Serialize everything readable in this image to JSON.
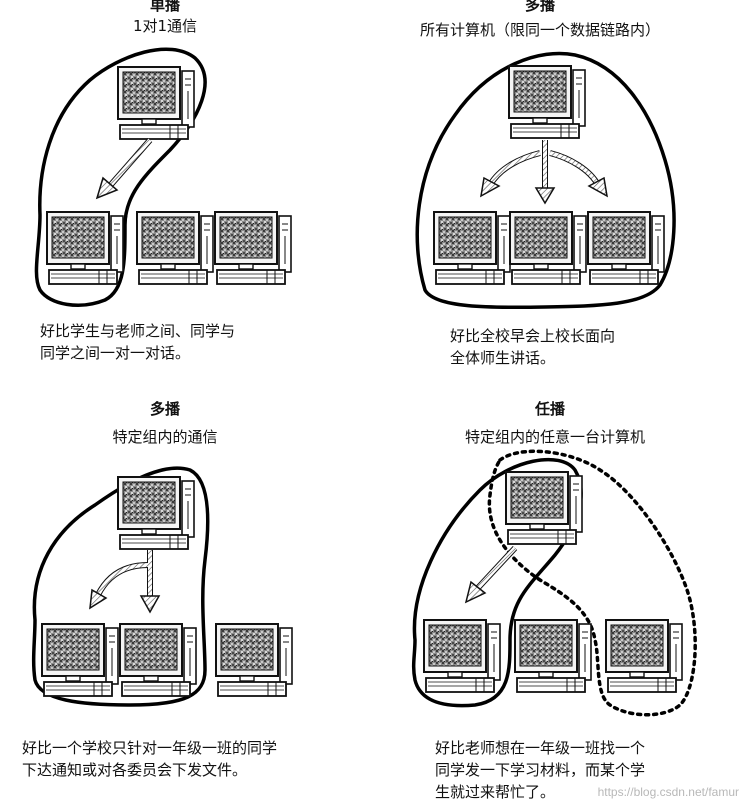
{
  "panels": [
    {
      "title": "单播",
      "subtitle": "1对1通信",
      "caption": [
        "好比学生与老师之间、同学与",
        "同学之间一对一对话。"
      ]
    },
    {
      "title": "多播",
      "subtitle": "所有计算机（限同一个数据链路内）",
      "caption": [
        "好比全校早会上校长面向",
        "全体师生讲话。"
      ]
    },
    {
      "title": "多播",
      "subtitle": "特定组内的通信",
      "caption": [
        "好比一个学校只针对一年级一班的同学",
        "下达通知或对各委员会下发文件。"
      ]
    },
    {
      "title": "任播",
      "subtitle": "特定组内的任意一台计算机",
      "caption": [
        "好比老师想在一年级一班找一个",
        "同学发一下学习材料，而某个学",
        "生就过来帮忙了。"
      ]
    }
  ],
  "watermark": "https://blog.csdn.net/famur"
}
